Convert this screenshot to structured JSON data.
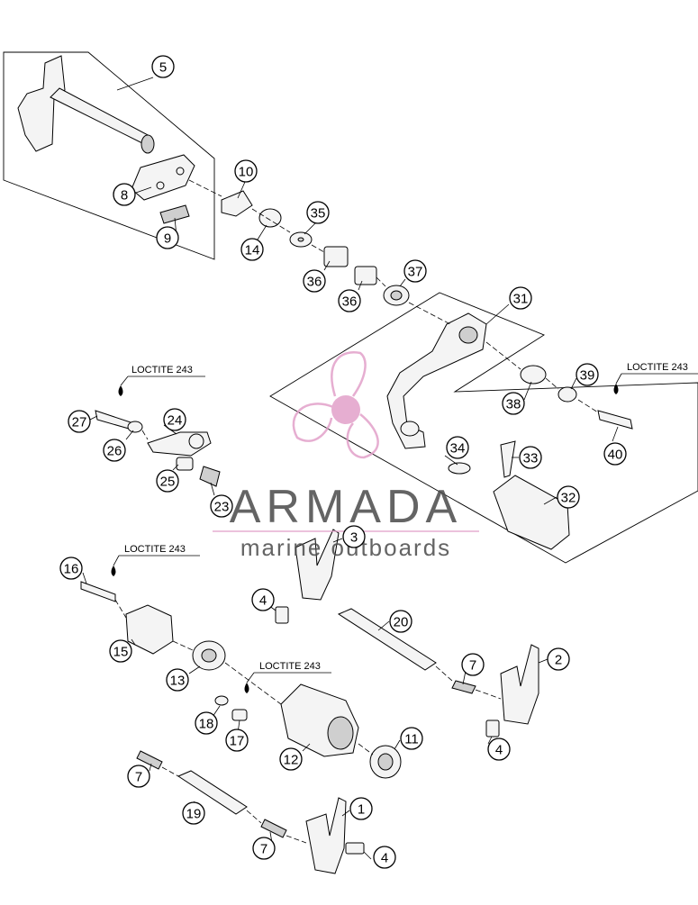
{
  "callouts": [
    {
      "id": "c5",
      "label": "5"
    },
    {
      "id": "c8",
      "label": "8"
    },
    {
      "id": "c9",
      "label": "9"
    },
    {
      "id": "c10",
      "label": "10"
    },
    {
      "id": "c14",
      "label": "14"
    },
    {
      "id": "c35",
      "label": "35"
    },
    {
      "id": "c36a",
      "label": "36"
    },
    {
      "id": "c36b",
      "label": "36"
    },
    {
      "id": "c37",
      "label": "37"
    },
    {
      "id": "c31",
      "label": "31"
    },
    {
      "id": "c39",
      "label": "39"
    },
    {
      "id": "c38",
      "label": "38"
    },
    {
      "id": "c40",
      "label": "40"
    },
    {
      "id": "c34",
      "label": "34"
    },
    {
      "id": "c33",
      "label": "33"
    },
    {
      "id": "c32",
      "label": "32"
    },
    {
      "id": "c27",
      "label": "27"
    },
    {
      "id": "c24",
      "label": "24"
    },
    {
      "id": "c26",
      "label": "26"
    },
    {
      "id": "c25",
      "label": "25"
    },
    {
      "id": "c23",
      "label": "23"
    },
    {
      "id": "c3",
      "label": "3"
    },
    {
      "id": "c16",
      "label": "16"
    },
    {
      "id": "c4a",
      "label": "4"
    },
    {
      "id": "c20",
      "label": "20"
    },
    {
      "id": "c15",
      "label": "15"
    },
    {
      "id": "c13",
      "label": "13"
    },
    {
      "id": "c7a",
      "label": "7"
    },
    {
      "id": "c2",
      "label": "2"
    },
    {
      "id": "c18",
      "label": "18"
    },
    {
      "id": "c17",
      "label": "17"
    },
    {
      "id": "c12",
      "label": "12"
    },
    {
      "id": "c11",
      "label": "11"
    },
    {
      "id": "c4b",
      "label": "4"
    },
    {
      "id": "c7b",
      "label": "7"
    },
    {
      "id": "c19",
      "label": "19"
    },
    {
      "id": "c1",
      "label": "1"
    },
    {
      "id": "c7c",
      "label": "7"
    },
    {
      "id": "c4c",
      "label": "4"
    }
  ],
  "loctite_labels": [
    {
      "id": "l1",
      "text": "LOCTITE 243"
    },
    {
      "id": "l2",
      "text": "LOCTITE 243"
    },
    {
      "id": "l3",
      "text": "LOCTITE 243"
    },
    {
      "id": "l4",
      "text": "LOCTITE 243"
    }
  ],
  "watermark": {
    "brand": "ARMADA",
    "tagline": "marine outboards",
    "logo_color": "#e2a1c9",
    "text_color": "#4a4a4a"
  }
}
